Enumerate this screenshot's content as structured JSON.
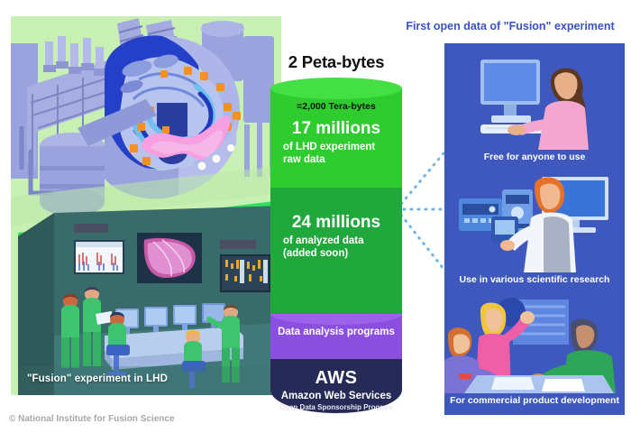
{
  "page": {
    "background": "#ffffff",
    "copyright": "© National Institute for Fusion Science"
  },
  "left": {
    "caption": "\"Fusion\" experiment in LHD",
    "bg_color": "#c8f0b4",
    "room_color": "#3a6b6b",
    "scene_1_name": "lhd-fusion-device-illustration",
    "scene_2_name": "lhd-control-room-illustration"
  },
  "cylinder": {
    "title": "2 Peta-bytes",
    "subtitle": "=2,000 Tera-bytes",
    "segments": [
      {
        "id": "raw-data",
        "headline": "17 millions",
        "detail": "of LHD experiment raw data",
        "detail_line1": "of LHD experiment",
        "detail_line2": "raw data",
        "color": "#2ecc2e",
        "cap_color": "#43df43"
      },
      {
        "id": "analyzed-data",
        "headline": "24 millions",
        "detail_line1": "of analyzed data",
        "detail_line2": "(added soon)",
        "color": "#21a83d",
        "cap_color": "#27b847"
      },
      {
        "id": "programs",
        "headline": "Data analysis programs",
        "color": "#8b4fe0",
        "cap_color": "#9c63ea"
      },
      {
        "id": "aws",
        "headline": "AWS",
        "detail_line1": "Amazon Web Services",
        "detail_line2": "Open Data Sponsorship Program",
        "color": "#252a57",
        "cap_color": "#1d2148"
      }
    ]
  },
  "right": {
    "title": "First open data of \"Fusion\" experiment",
    "title_color": "#3b53bf",
    "panel_color": "#3f58bd",
    "connector_color": "#6fb6e8",
    "scenes": [
      {
        "id": "free-use",
        "caption": "Free for anyone to use",
        "art": "woman-at-desktop-computer"
      },
      {
        "id": "research",
        "caption": "Use in various scientific research",
        "art": "researcher-with-lab-equipment"
      },
      {
        "id": "commercial",
        "caption": "For commercial product development",
        "art": "business-meeting"
      }
    ]
  }
}
